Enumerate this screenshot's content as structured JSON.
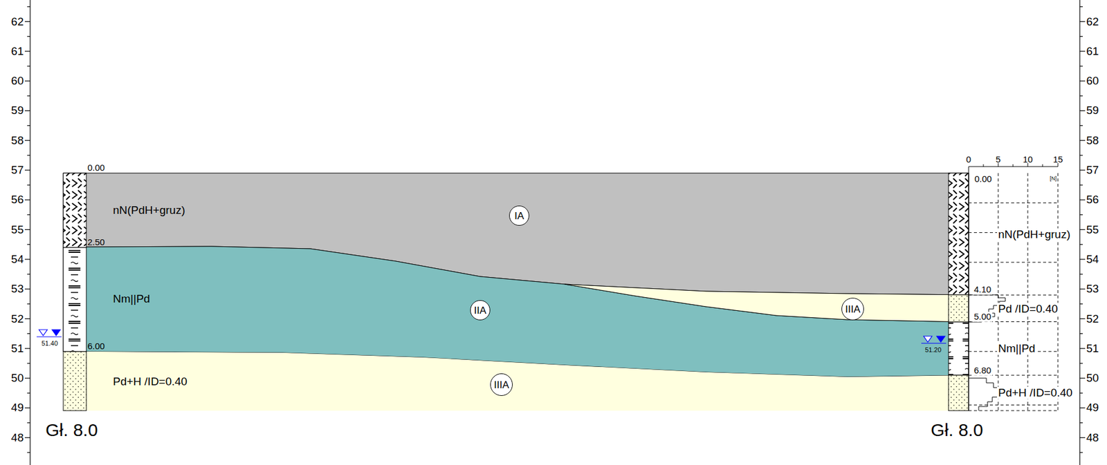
{
  "diagram": {
    "nodes": [
      {
        "text": [
          "IA"
        ]
      },
      {
        "text": [
          "IIA"
        ]
      },
      {
        "text": [
          "IIIA"
        ]
      },
      {
        "text": [
          "IIIA"
        ]
      }
    ],
    "labels": [
      "62",
      "61",
      "60",
      "59",
      "58",
      "57",
      "56",
      "55",
      "54",
      "53",
      "52",
      "51",
      "50",
      "49",
      "48",
      "62",
      "61",
      "60",
      "59",
      "58",
      "57",
      "56",
      "55",
      "54",
      "53",
      "52",
      "51",
      "50",
      "49",
      "48",
      "0.00",
      "2.50",
      "6.00",
      "nN(PdH+gruz)",
      "Nm||Pd",
      "Pd+H /ID=0.40",
      "51.40",
      "Gł. 8.0",
      "0",
      "5",
      "10",
      "15",
      "[N]",
      "0.00",
      "4.10",
      "5.00",
      "6.80",
      "nN(PdH+gruz)",
      "Pd /ID=0.40",
      "Nm||Pd",
      "Pd+H /ID=0.40",
      "51.20",
      "Gł. 8.0"
    ]
  }
}
